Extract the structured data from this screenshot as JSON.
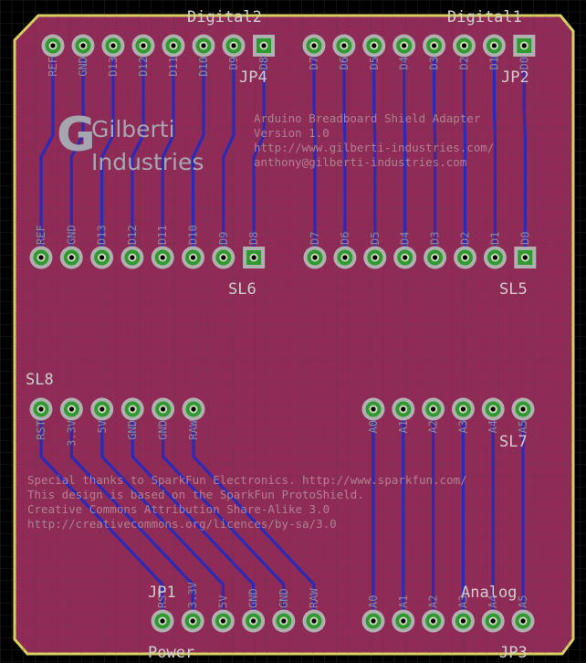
{
  "colors": {
    "background": "#000000",
    "grid": "#3a3a3a",
    "board": "#a03060",
    "outline": "#d8d060",
    "trace": "#2a2ab8",
    "pad_ring": "#b0b0b0",
    "pad_fill": "#2f9a2f",
    "text": "#cfcfcf"
  },
  "headers": {
    "top_left": {
      "title": "Digital2",
      "ref": "JP4",
      "pins": [
        "REF",
        "GND",
        "D13",
        "D12",
        "D11",
        "D10",
        "D9",
        "D8"
      ]
    },
    "top_right": {
      "title": "Digital1",
      "ref": "JP2",
      "pins": [
        "D7",
        "D6",
        "D5",
        "D4",
        "D3",
        "D2",
        "D1",
        "D0"
      ]
    },
    "mid_left": {
      "ref": "SL6",
      "pins": [
        "REF",
        "GND",
        "D13",
        "D12",
        "D11",
        "D10",
        "D9",
        "D8"
      ]
    },
    "mid_right": {
      "ref": "SL5",
      "pins": [
        "D7",
        "D6",
        "D5",
        "D4",
        "D3",
        "D2",
        "D1",
        "D0"
      ]
    },
    "power_upper": {
      "ref": "SL8",
      "pins": [
        "RST",
        "3.3V",
        "5V",
        "GND",
        "GND",
        "RAW"
      ]
    },
    "analog_upper": {
      "ref": "SL7",
      "pins": [
        "A0",
        "A1",
        "A2",
        "A3",
        "A4",
        "A5"
      ]
    },
    "power_lower": {
      "title": "Power",
      "ref": "JP1",
      "pins": [
        "RST",
        "3.3V",
        "5V",
        "GND",
        "GND",
        "RAW"
      ]
    },
    "analog_lower": {
      "title": "Analog",
      "ref": "JP3",
      "pins": [
        "A0",
        "A1",
        "A2",
        "A3",
        "A4",
        "A5"
      ]
    }
  },
  "logo": {
    "line1": "Gilberti",
    "line2": "Industries"
  },
  "board_info": [
    "Arduino Breadboard Shield Adapter",
    "Version 1.0",
    "http://www.gilberti-industries.com/",
    "anthony@gilberti-industries.com"
  ],
  "credits": [
    "Special thanks to SparkFun Electronics.  http://www.sparkfun.com/",
    "This design is based on the SparkFun ProtoShield.",
    "Creative Commons Attribution Share-Alike 3.0",
    "http://creativecommons.org/licences/by-sa/3.0"
  ]
}
